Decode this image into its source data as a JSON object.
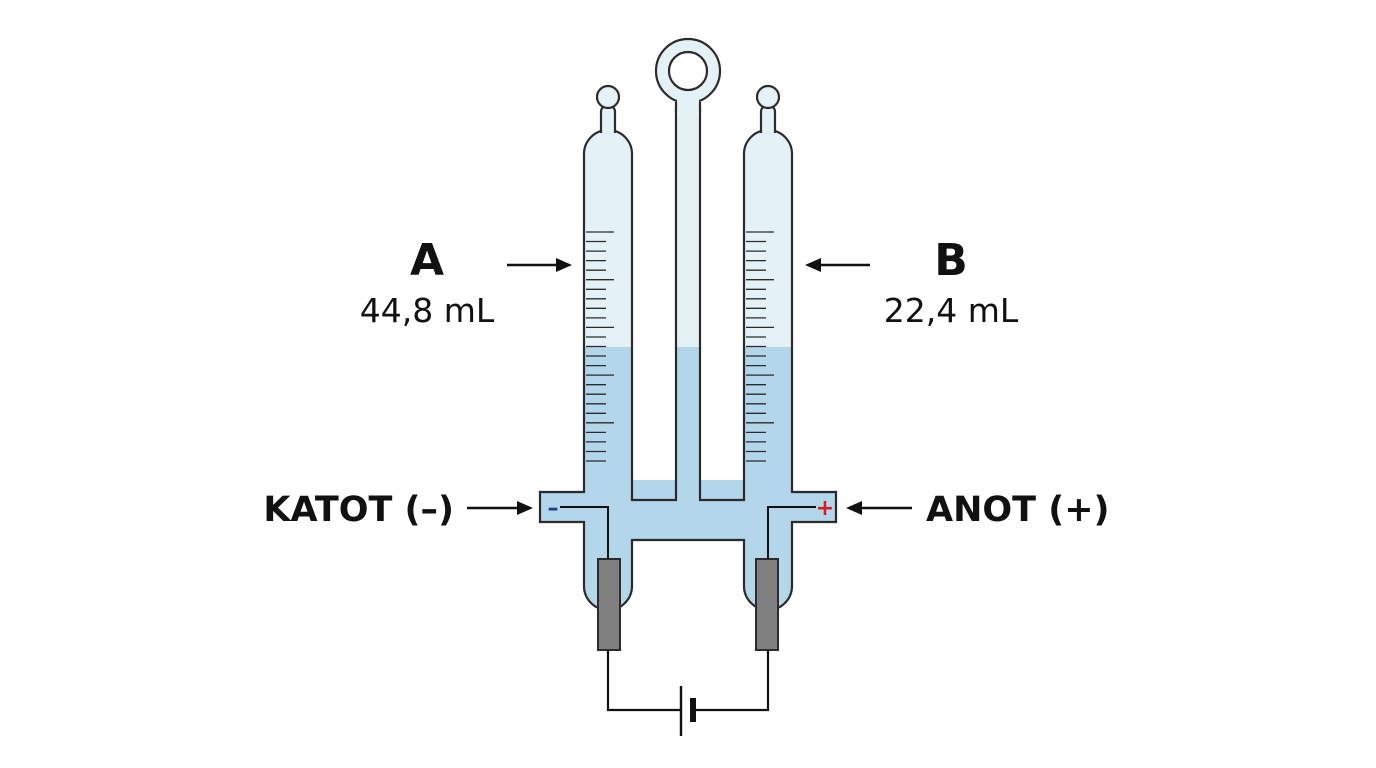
{
  "tube_a": {
    "label": "A",
    "volume": "44,8 mL"
  },
  "tube_b": {
    "label": "B",
    "volume": "22,4 mL"
  },
  "cathode": {
    "label": "KATOT (–)",
    "sign": "–"
  },
  "anode": {
    "label": "ANOT (+)",
    "sign": "+"
  },
  "colors": {
    "glass_fill": "#e4f2f8",
    "glass_stroke": "#2b2b2b",
    "liquid": "#b3d6ea",
    "electrode": "#808080",
    "cathode_sign": "#1f3f8f",
    "anode_sign": "#d42020",
    "wire": "#111111"
  }
}
